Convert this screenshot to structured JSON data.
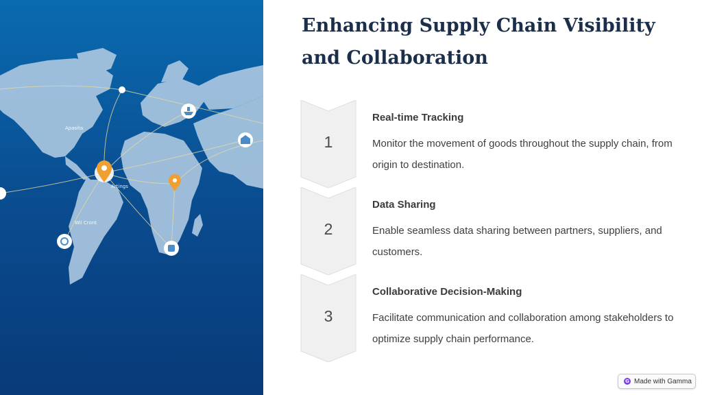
{
  "title": "Enhancing Supply Chain Visibility and Collaboration",
  "map_labels": {
    "label_1": "Apasita",
    "label_2": "Artings",
    "label_3": "Wil Cront"
  },
  "steps": [
    {
      "number": "1",
      "title": "Real-time Tracking",
      "description": "Monitor the movement of goods throughout the supply chain, from origin to destination."
    },
    {
      "number": "2",
      "title": "Data Sharing",
      "description": "Enable seamless data sharing between partners, suppliers, and customers."
    },
    {
      "number": "3",
      "title": "Collaborative Decision-Making",
      "description": "Facilitate communication and collaboration among stakeholders to optimize supply chain performance."
    }
  ],
  "badge": {
    "logo_glyph": "G",
    "label": "Made with Gamma"
  },
  "icons": [
    "location-pin-icon",
    "gear-icon",
    "warehouse-icon",
    "ship-icon",
    "recycle-icon"
  ],
  "colors": {
    "title": "#1b2e4a",
    "hero_top": "#0a6bb0",
    "hero_bottom": "#083a78",
    "pin_orange": "#f0a030",
    "chevron_fill": "#f0f0f0",
    "badge_logo": "#7b3fe4"
  }
}
